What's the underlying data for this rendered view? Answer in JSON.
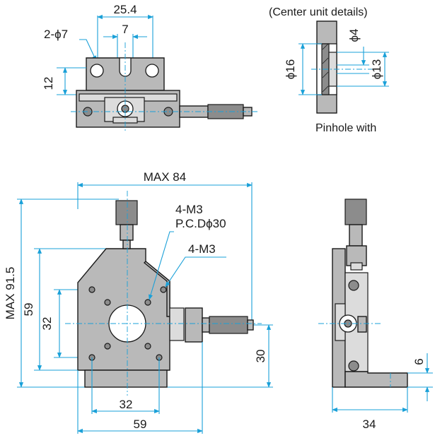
{
  "top_view": {
    "dim_25_4": "25.4",
    "dim_7": "7",
    "label_2phi7": "2-ϕ7",
    "dim_12": "12"
  },
  "detail_view": {
    "title": "(Center unit details)",
    "phi4": "ϕ4",
    "phi16": "ϕ16",
    "phi13": "ϕ13",
    "caption": "Pinhole with"
  },
  "front_view": {
    "max84": "MAX 84",
    "max91_5": "MAX 91.5",
    "label_4m3_pcd_line1": "4-M3",
    "label_4m3_pcd_line2": "P.C.Dϕ30",
    "label_4m3": "4-M3",
    "dim_59_left": "59",
    "dim_32_left": "32",
    "dim_30": "30",
    "dim_32_bottom": "32",
    "dim_59_bottom": "59"
  },
  "side_view": {
    "dim_34": "34",
    "dim_6": "6"
  },
  "colors": {
    "dimension": "#1aa0d8",
    "part": "#b9b9b9",
    "outline": "#1a1a1a"
  }
}
